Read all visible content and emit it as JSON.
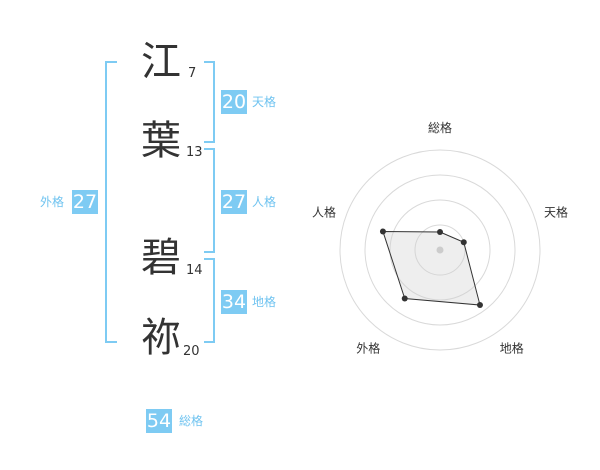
{
  "name": {
    "chars": [
      {
        "char": "江",
        "strokes": "7"
      },
      {
        "char": "葉",
        "strokes": "13"
      },
      {
        "char": "碧",
        "strokes": "14"
      },
      {
        "char": "祢",
        "strokes": "20"
      }
    ]
  },
  "fortunes": {
    "tenkaku": {
      "value": "20",
      "label": "天格"
    },
    "jinkaku": {
      "value": "27",
      "label": "人格"
    },
    "chikaku": {
      "value": "34",
      "label": "地格"
    },
    "gaikaku": {
      "value": "27",
      "label": "外格"
    },
    "soukaku": {
      "value": "54",
      "label": "総格"
    }
  },
  "colors": {
    "accent": "#7ecbf3",
    "accent_text": "#6fc3f0",
    "text": "#333333"
  },
  "chart_data": {
    "type": "radar",
    "axes": [
      "総格",
      "天格",
      "地格",
      "外格",
      "人格"
    ],
    "values": [
      0.18,
      0.25,
      0.68,
      0.6,
      0.6
    ],
    "rings": 4
  }
}
